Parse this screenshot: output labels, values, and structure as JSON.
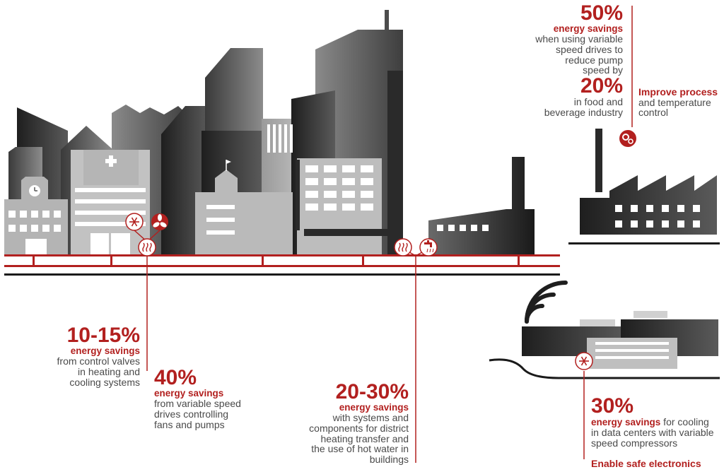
{
  "colors": {
    "accent": "#b2201f",
    "building_dark": "#2b2b2b",
    "building_mid": "#6e6e6e",
    "building_light": "#a9a9a9",
    "text": "#4a4a4a"
  },
  "icons": [
    "snowflake-icon",
    "fan-icon",
    "heat-icon",
    "heat-icon",
    "tap-icon",
    "gears-icon",
    "snowflake-icon",
    "clock-icon",
    "medical-cross-icon",
    "flag-icon",
    "wifi-signal-icon"
  ],
  "callouts": {
    "valves": {
      "percent": "10-15%",
      "label": "energy savings",
      "text": [
        "from control valves",
        "in heating and",
        "cooling systems"
      ]
    },
    "fans": {
      "percent": "40%",
      "label": "energy savings",
      "text": [
        "from variable speed",
        "drives controlling",
        "fans and pumps"
      ]
    },
    "district": {
      "percent": "20-30%",
      "label": "energy savings",
      "text": [
        "with systems and",
        "components for district",
        "heating transfer and",
        "the use of hot water in",
        "buildings"
      ]
    },
    "pumps": {
      "percent": "50%",
      "label": "energy savings",
      "text": [
        "when using variable",
        "speed drives to",
        "reduce pump",
        "speed by"
      ],
      "percent2": "20%",
      "text2": [
        "in food and",
        "beverage industry"
      ]
    },
    "process": {
      "title": "Improve process",
      "text": [
        "and temperature",
        "control"
      ]
    },
    "datacenter": {
      "percent": "30%",
      "label": "energy savings",
      "label_rest": " for cooling",
      "text": [
        "in data centers with variable",
        "speed compressors"
      ],
      "footer": "Enable safe electronics"
    }
  }
}
